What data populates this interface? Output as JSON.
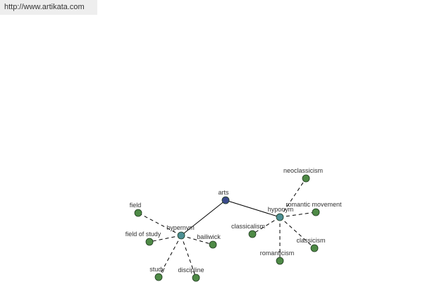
{
  "header": {
    "url": "http://www.artikata.com"
  },
  "graph": {
    "colors": {
      "root": "#3b4a8c",
      "relation": "#4d8f94",
      "leaf": "#4e8a46"
    },
    "nodes": [
      {
        "id": "arts",
        "label": "arts",
        "kind": "root"
      },
      {
        "id": "hypernym",
        "label": "hypernym",
        "kind": "relation"
      },
      {
        "id": "hyponym",
        "label": "hyponym",
        "kind": "relation"
      },
      {
        "id": "field",
        "label": "field",
        "kind": "leaf"
      },
      {
        "id": "field_of_study",
        "label": "field of study",
        "kind": "leaf"
      },
      {
        "id": "bailiwick",
        "label": "bailiwick",
        "kind": "leaf"
      },
      {
        "id": "study",
        "label": "study",
        "kind": "leaf"
      },
      {
        "id": "discipline",
        "label": "discipline",
        "kind": "leaf"
      },
      {
        "id": "neoclassicism",
        "label": "neoclassicism",
        "kind": "leaf"
      },
      {
        "id": "romantic_movement",
        "label": "romantic movement",
        "kind": "leaf"
      },
      {
        "id": "classicalism",
        "label": "classicalism",
        "kind": "leaf"
      },
      {
        "id": "classicism",
        "label": "classicism",
        "kind": "leaf"
      },
      {
        "id": "romanticism",
        "label": "romanticism",
        "kind": "leaf"
      }
    ],
    "edges": [
      {
        "from": "arts",
        "to": "hypernym",
        "style": "solid"
      },
      {
        "from": "arts",
        "to": "hyponym",
        "style": "solid"
      },
      {
        "from": "hypernym",
        "to": "field",
        "style": "dashed"
      },
      {
        "from": "hypernym",
        "to": "field_of_study",
        "style": "dashed"
      },
      {
        "from": "hypernym",
        "to": "bailiwick",
        "style": "dashed"
      },
      {
        "from": "hypernym",
        "to": "study",
        "style": "dashed"
      },
      {
        "from": "hypernym",
        "to": "discipline",
        "style": "dashed"
      },
      {
        "from": "hyponym",
        "to": "neoclassicism",
        "style": "dashed"
      },
      {
        "from": "hyponym",
        "to": "romantic_movement",
        "style": "dashed"
      },
      {
        "from": "hyponym",
        "to": "classicalism",
        "style": "dashed"
      },
      {
        "from": "hyponym",
        "to": "classicism",
        "style": "dashed"
      },
      {
        "from": "hyponym",
        "to": "romanticism",
        "style": "dashed"
      }
    ]
  }
}
